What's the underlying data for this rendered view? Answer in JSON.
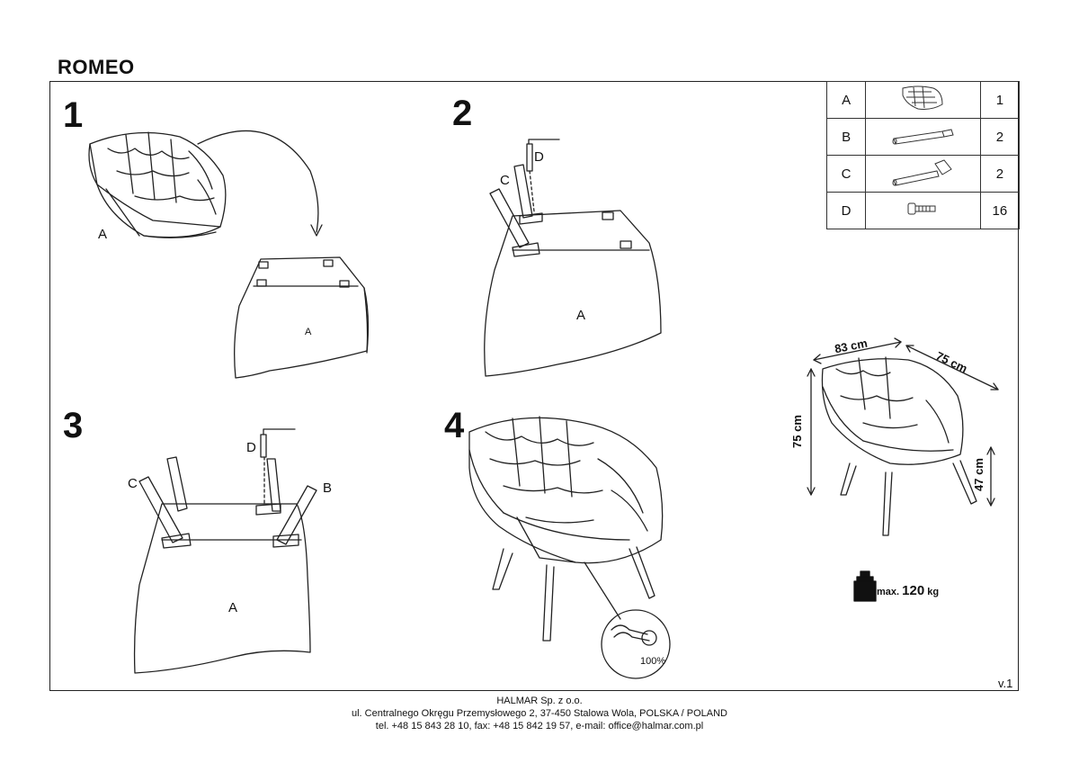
{
  "title": "ROMEO",
  "steps": [
    "1",
    "2",
    "3",
    "4"
  ],
  "labels": {
    "step1_a": "A",
    "step1_a2": "A",
    "step2_a": "A",
    "step2_c": "C",
    "step2_d": "D",
    "step3_a": "A",
    "step3_b": "B",
    "step3_c": "C",
    "step3_d": "D",
    "detail_percent": "100%"
  },
  "parts": [
    {
      "key": "A",
      "icon": "armchair-icon",
      "qty": "1"
    },
    {
      "key": "B",
      "icon": "straight-leg-icon",
      "qty": "2"
    },
    {
      "key": "C",
      "icon": "angled-leg-with-plate-icon",
      "qty": "2"
    },
    {
      "key": "D",
      "icon": "bolt-icon",
      "qty": "16"
    }
  ],
  "dimensions": {
    "width": "83 cm",
    "depth": "75 cm",
    "height": "75 cm",
    "seat_height": "47 cm"
  },
  "max_load": {
    "prefix": "max.",
    "value": "120",
    "unit": "kg"
  },
  "version": "v.1",
  "footer": {
    "company": "HALMAR Sp. z o.o.",
    "address": "ul. Centralnego Okręgu Przemysłowego 2, 37-450 Stalowa Wola, POLSKA / POLAND",
    "contact": "tel. +48 15 843 28 10, fax: +48 15 842 19 57, e-mail: office@halmar.com.pl"
  }
}
